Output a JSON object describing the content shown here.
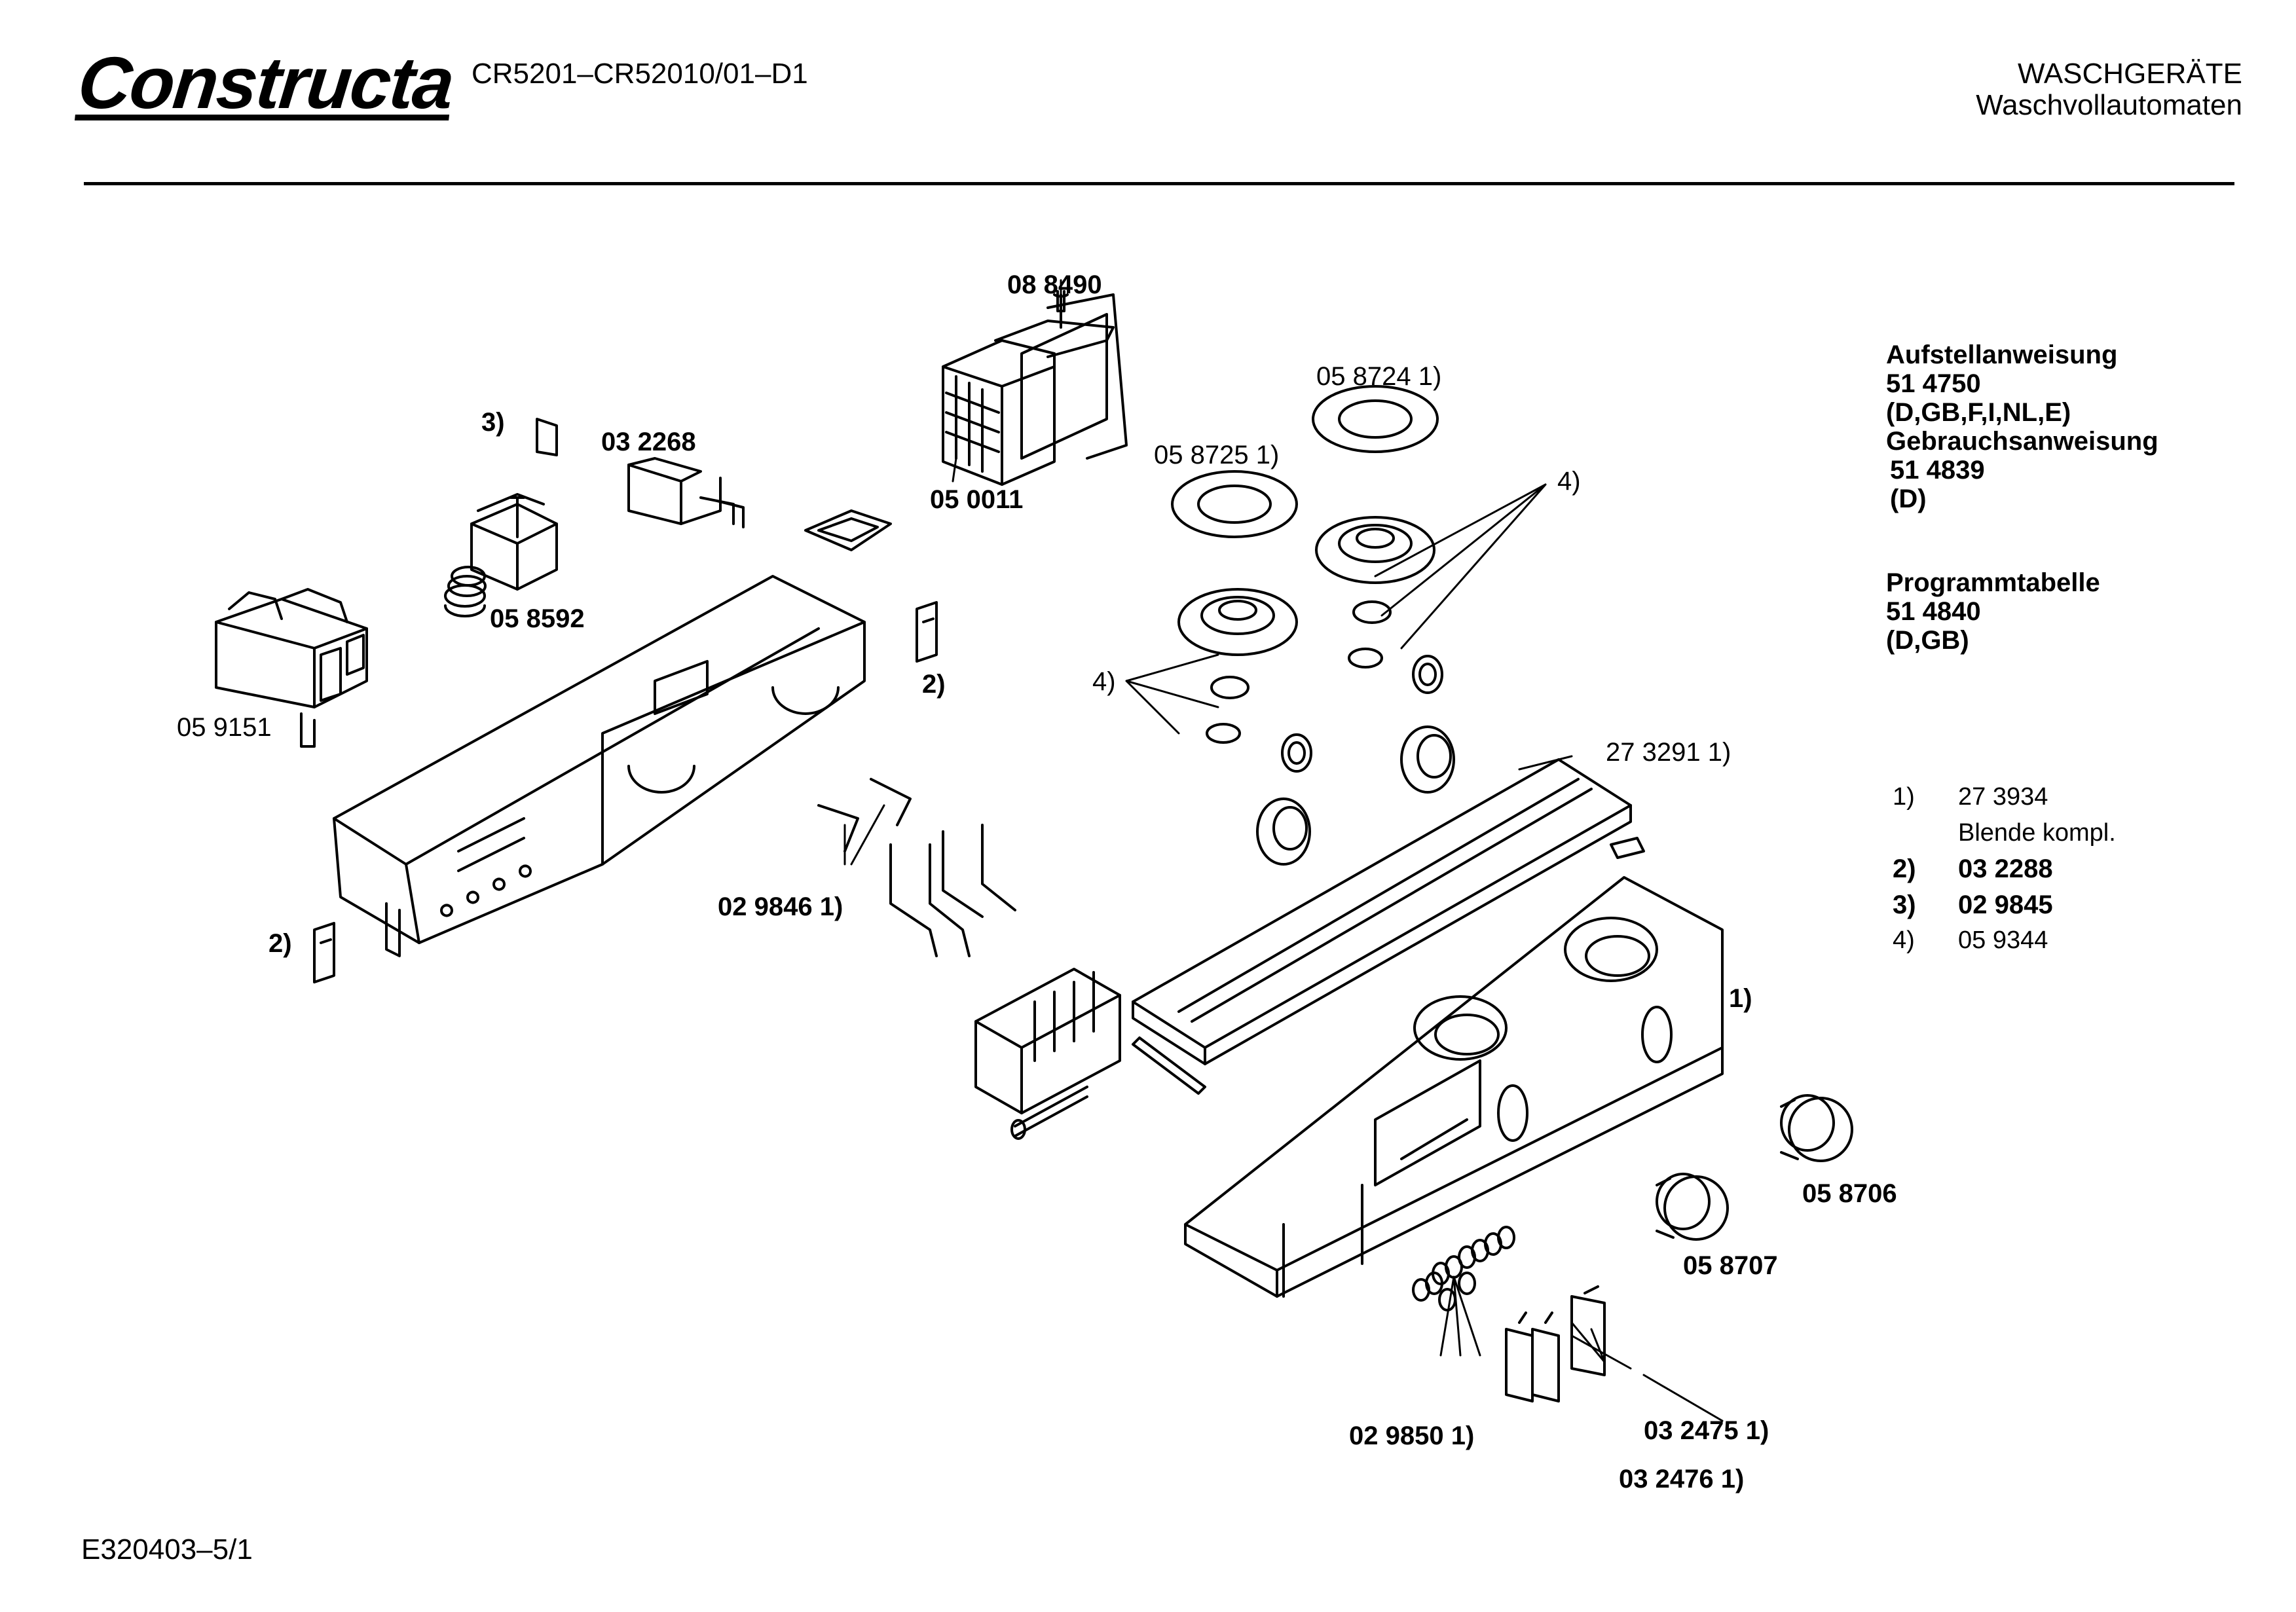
{
  "header": {
    "brand": "Constructa",
    "model": "CR5201–CR52010/01–D1",
    "category": "WASCHGERÄTE",
    "subcategory": "Waschvollautomaten"
  },
  "documents": [
    {
      "label": "Aufstellanweisung",
      "number": "51 4750",
      "langs": "(D,GB,F,I,NL,E)"
    },
    {
      "label": "Gebrauchsanweisung",
      "number": "51 4839",
      "langs": "(D)"
    },
    {
      "label": "Programmtabelle",
      "number": "51 4840",
      "langs": "(D,GB)"
    }
  ],
  "footnotes": [
    {
      "key": "1)",
      "value": "27 3934",
      "sub": "Blende kompl."
    },
    {
      "key": "2)",
      "value": "03 2288"
    },
    {
      "key": "3)",
      "value": "02 9845"
    },
    {
      "key": "4)",
      "value": "05 9344"
    }
  ],
  "parts": [
    {
      "id": "p088490",
      "text": "08 8490"
    },
    {
      "id": "p050011",
      "text": "05 0011"
    },
    {
      "id": "p032268",
      "text": "03 2268"
    },
    {
      "id": "p3a",
      "text": "3)"
    },
    {
      "id": "p058592",
      "text": "05 8592"
    },
    {
      "id": "p059151",
      "text": "05 9151"
    },
    {
      "id": "p058724",
      "text": "05 8724 1)"
    },
    {
      "id": "p058725",
      "text": "05 8725 1)"
    },
    {
      "id": "p4a",
      "text": "4)"
    },
    {
      "id": "p4b",
      "text": "4)"
    },
    {
      "id": "p2a",
      "text": "2)"
    },
    {
      "id": "p2b",
      "text": "2)"
    },
    {
      "id": "p273291",
      "text": "27 3291 1)"
    },
    {
      "id": "p029846",
      "text": "02 9846 1)"
    },
    {
      "id": "p1a",
      "text": "1)"
    },
    {
      "id": "p058706",
      "text": "05 8706"
    },
    {
      "id": "p058707",
      "text": "05 8707"
    },
    {
      "id": "p029850",
      "text": "02 9850 1)"
    },
    {
      "id": "p032475",
      "text": "03 2475 1)"
    },
    {
      "id": "p032476",
      "text": "03 2476 1)"
    }
  ],
  "footer": {
    "code": "E320403–5/1"
  }
}
